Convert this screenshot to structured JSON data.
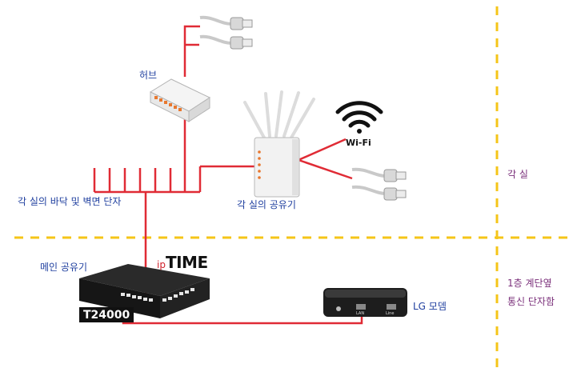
{
  "labels": {
    "hub": "허브",
    "room_router": "각 실의 공유기",
    "wall_terminals": "각 실의 바닥 및 벽면 단자",
    "main_router": "메인 공유기",
    "main_router_model": "T24000",
    "brand_prefix": "ip",
    "brand_main": "TIME",
    "modem": "LG 모뎀",
    "wifi": "Wi-Fi",
    "zone_room": "각 실",
    "zone_stair_line1": "1층 계단옆",
    "zone_stair_line2": "통신 단자함"
  },
  "device_texts": {
    "modem_port_lan": "LAN",
    "modem_port_line": "Line"
  },
  "colors": {
    "cable": "#e02b35",
    "divider": "#f5c518",
    "label_blue": "#1f3f9f",
    "label_purple": "#7a2f7a"
  }
}
